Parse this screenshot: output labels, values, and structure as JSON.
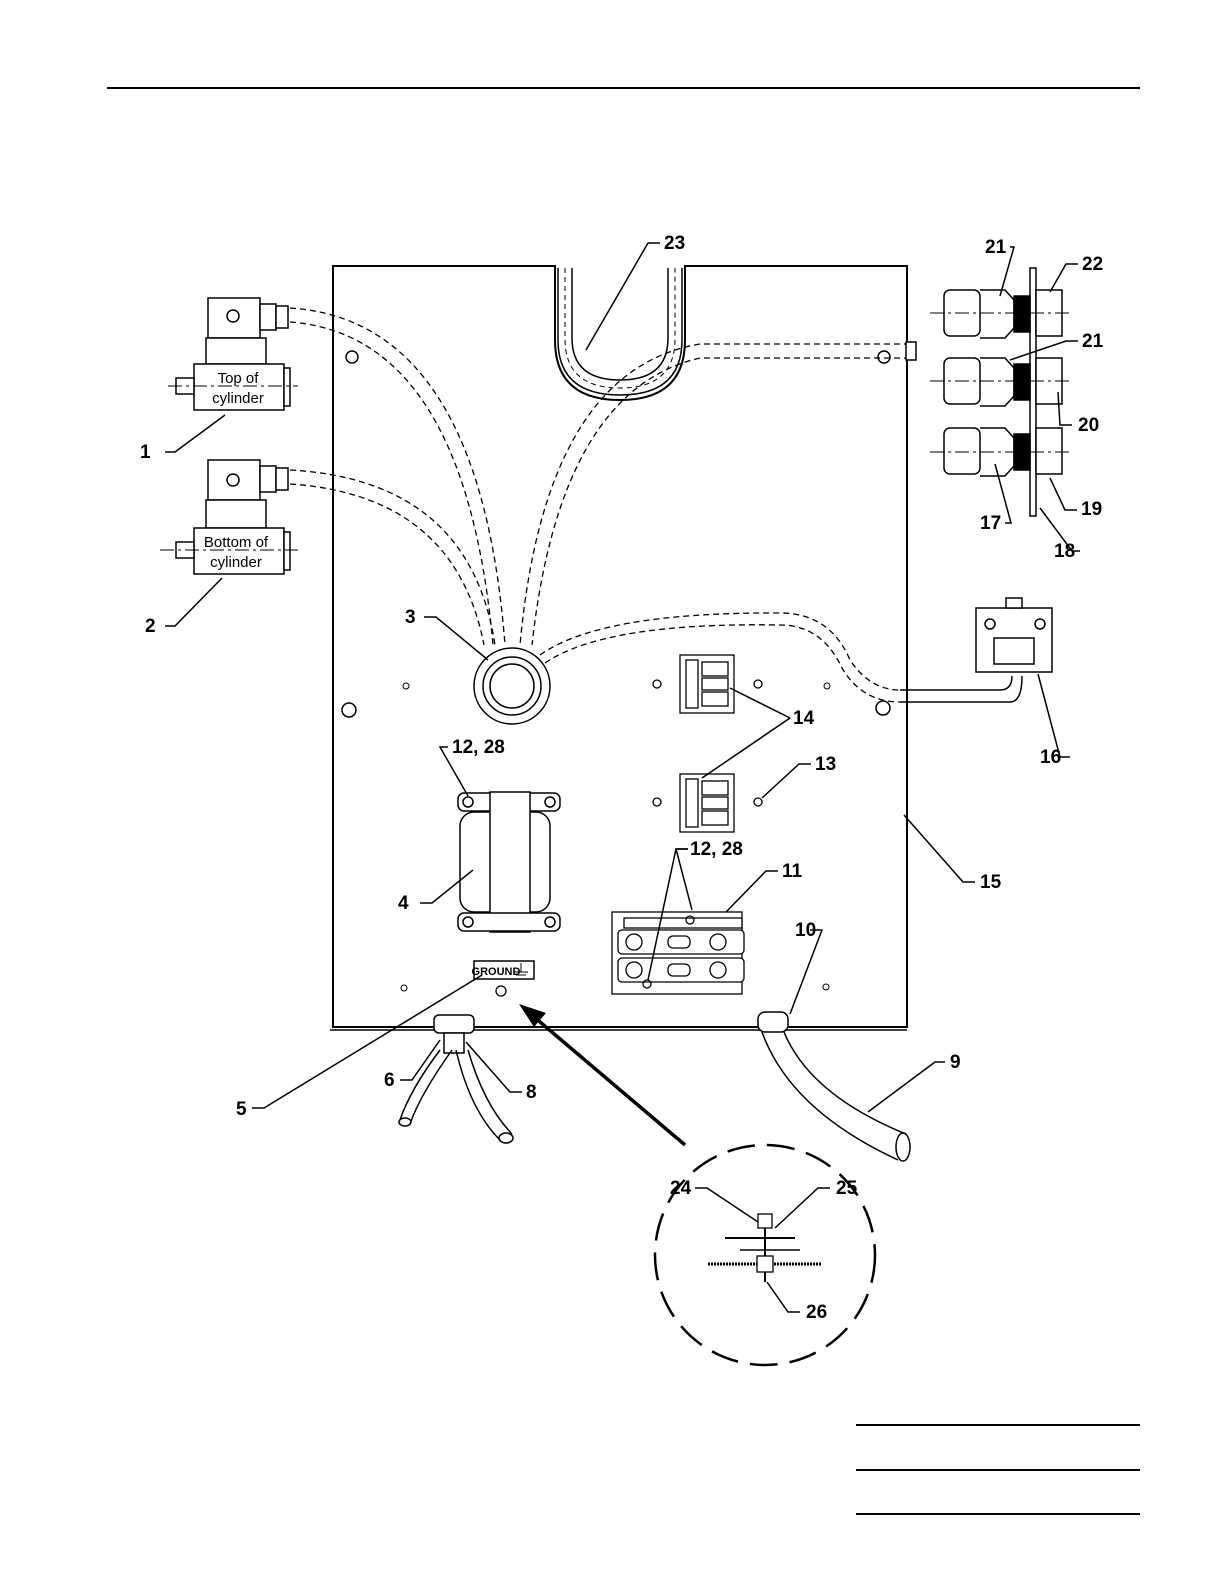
{
  "figure": {
    "callouts": [
      "1",
      "2",
      "3",
      "4",
      "5",
      "6",
      "8",
      "9",
      "10",
      "11",
      "12, 28",
      "12, 28",
      "13",
      "14",
      "15",
      "16",
      "17",
      "18",
      "19",
      "20",
      "21",
      "21",
      "22",
      "23",
      "24",
      "25",
      "26"
    ],
    "labels": {
      "top_cylinder": [
        "Top of",
        "cylinder"
      ],
      "bottom_cylinder": [
        "Bottom of",
        "cylinder"
      ],
      "ground": "GROUND"
    }
  },
  "colors": {
    "ink": "#000000",
    "paper": "#ffffff"
  }
}
